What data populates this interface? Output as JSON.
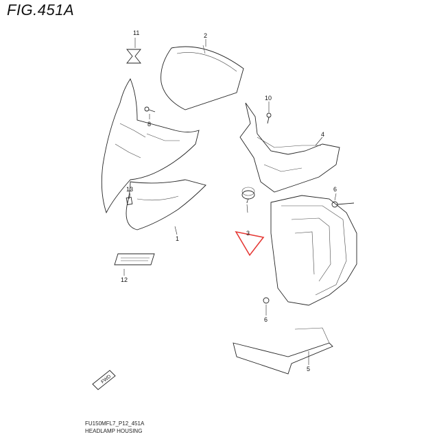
{
  "figure": {
    "title": "FIG.451A",
    "footer_code": "FU150MFL7_P12_451A",
    "footer_name": "HEADLAMP HOUSING"
  },
  "callouts": [
    {
      "id": "1",
      "label": "1"
    },
    {
      "id": "2",
      "label": "2"
    },
    {
      "id": "3",
      "label": "3"
    },
    {
      "id": "4",
      "label": "4"
    },
    {
      "id": "5",
      "label": "5"
    },
    {
      "id": "6a",
      "label": "6"
    },
    {
      "id": "6b",
      "label": "6"
    },
    {
      "id": "7",
      "label": "7"
    },
    {
      "id": "8",
      "label": "8"
    },
    {
      "id": "10",
      "label": "10"
    },
    {
      "id": "11",
      "label": "11"
    },
    {
      "id": "12",
      "label": "12"
    },
    {
      "id": "13",
      "label": "13"
    }
  ],
  "fwd_label": "FWD",
  "highlight_color": "#e53935"
}
